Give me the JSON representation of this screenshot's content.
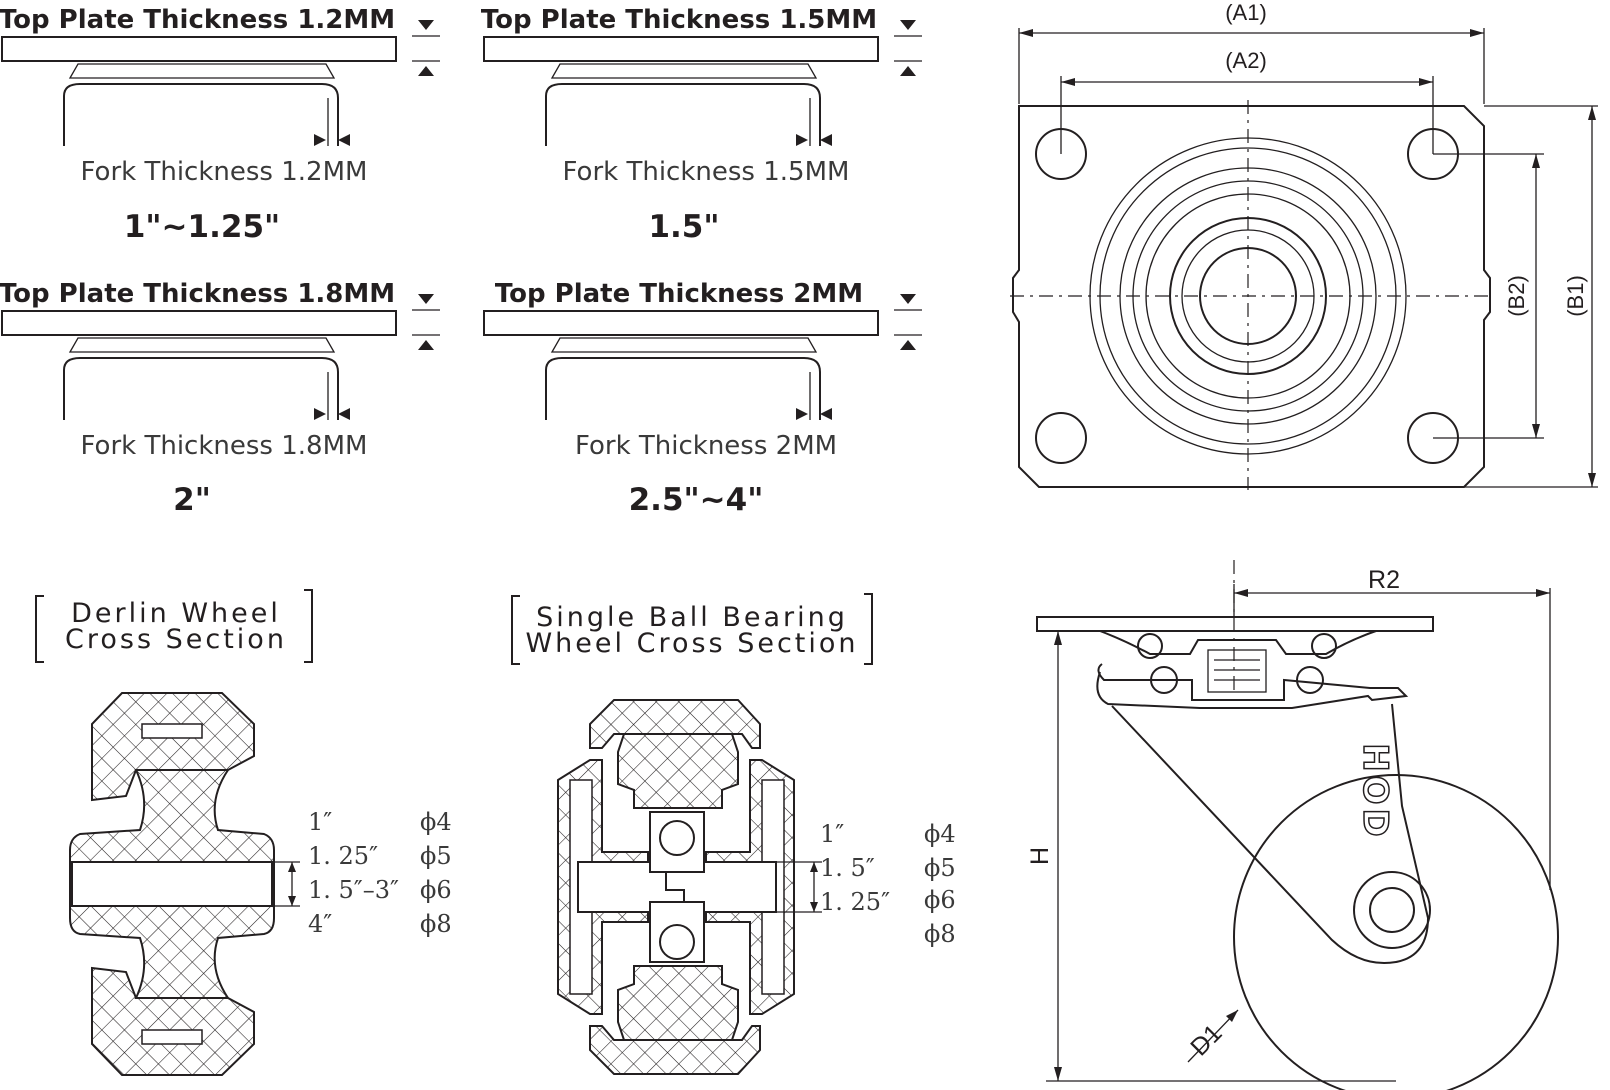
{
  "top_plates": [
    {
      "plate_label": "Top Plate Thickness 1.2MM",
      "fork_label": "Fork Thickness 1.2MM",
      "wheel_size": "1\"~1.25\""
    },
    {
      "plate_label": "Top Plate Thickness 1.5MM",
      "fork_label": "Fork Thickness 1.5MM",
      "wheel_size": "1.5\""
    },
    {
      "plate_label": "Top Plate Thickness 1.8MM",
      "fork_label": "Fork Thickness 1.8MM",
      "wheel_size": "2\""
    },
    {
      "plate_label": "Top Plate Thickness 2MM",
      "fork_label": "Fork Thickness 2MM",
      "wheel_size": "2.5\"~4\""
    }
  ],
  "plate_view": {
    "a1": "(A1)",
    "a2": "(A2)",
    "b1": "(B1)",
    "b2": "(B2)"
  },
  "side_view": {
    "r2": "R2",
    "h": "H",
    "d1": "D1",
    "brand": "HOD"
  },
  "derlin": {
    "title_line1": "Derlin Wheel",
    "title_line2": "Cross Section",
    "sizes": [
      "1″",
      "1. 25″",
      "1. 5″–3″",
      "4″"
    ],
    "bores": [
      "ϕ4",
      "ϕ5",
      "ϕ6",
      "ϕ8"
    ]
  },
  "ball_bearing": {
    "title_line1": "Single Ball Bearing",
    "title_line2": "Wheel Cross Section",
    "sizes": [
      "1″",
      "1. 5″",
      "1. 25″"
    ],
    "bores": [
      "ϕ4",
      "ϕ5",
      "ϕ6",
      "ϕ8"
    ]
  }
}
